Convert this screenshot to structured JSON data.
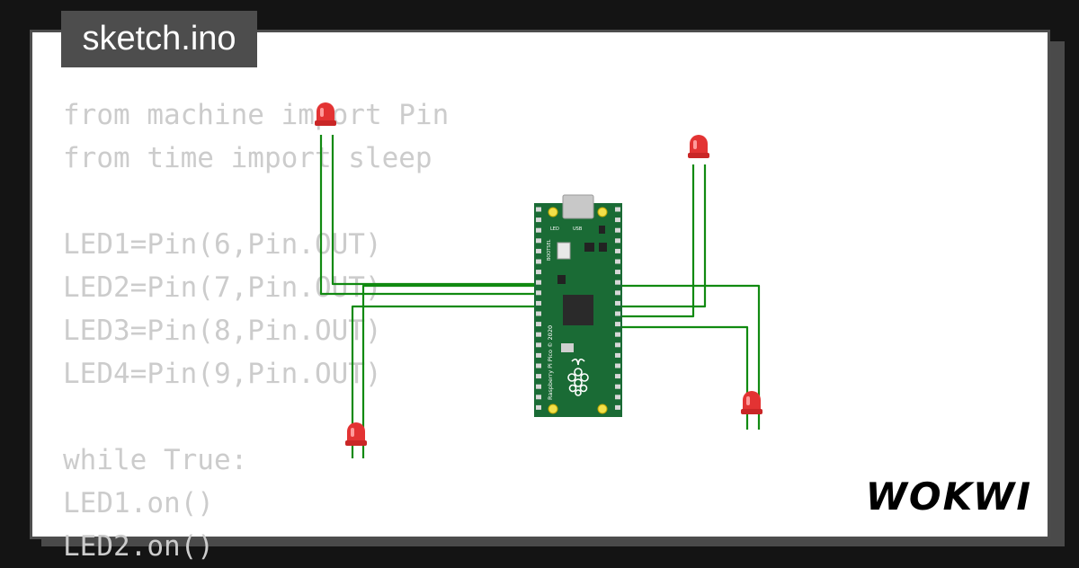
{
  "file_title": "sketch.ino",
  "brand": "WOKWI",
  "code_lines": [
    "from machine import Pin",
    "from time import sleep",
    "",
    "LED1=Pin(6,Pin.OUT)",
    "LED2=Pin(7,Pin.OUT)",
    "LED3=Pin(8,Pin.OUT)",
    "LED4=Pin(9,Pin.OUT)",
    "",
    "while True:",
    "LED1.on()",
    "LED2.on()"
  ],
  "board": {
    "usb_label": "USB",
    "led_label": "LED",
    "bootsel_label": "BOOTSEL",
    "side_label": "Raspberry Pi Pico © 2020"
  },
  "colors": {
    "background": "#141414",
    "card": "#ffffff",
    "title_bg": "#4d4d4d",
    "code_text": "#cccccc",
    "board_green": "#1a6b35",
    "wire_green": "#118a11",
    "led_red": "#e33333"
  },
  "icons": [
    "raspberry-logo-icon",
    "led-icon"
  ]
}
